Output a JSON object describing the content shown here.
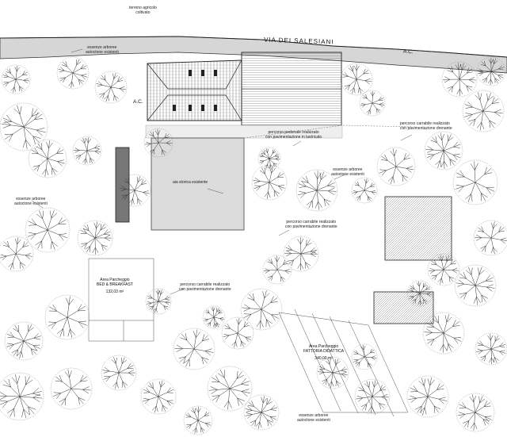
{
  "top_label": [
    "terreno agricolo",
    "coltivato"
  ],
  "road": {
    "name": "VIA DEI SALESIANI",
    "ac_label": "A.C."
  },
  "ac_north": "A.C.",
  "labels": {
    "trees_top": [
      "essenze arboree",
      "autoctone esistenti"
    ],
    "trees_left": [
      "essenze arboree",
      "autoctone esistenti"
    ],
    "trees_mid": [
      "essenze arboree",
      "autoctone esistenti"
    ],
    "trees_bottom": [
      "essenze arboree",
      "autoctone esistenti"
    ],
    "pedestrian_path": [
      "percorso pedonale realizzato",
      "con pavimentazione in lastricato"
    ],
    "drive_top_right": [
      "percorso carrabile realizzato",
      "con pavimentazione drenante"
    ],
    "drive_mid": [
      "percorso carrabile realizzato",
      "con pavimentazione drenante"
    ],
    "drive_lower": [
      "percorso carrabile realizzato",
      "con pavimentazione drenante"
    ],
    "courtyard": "aia storica esistente"
  },
  "parking_bb": {
    "title": [
      "Area Parcheggio",
      "BED & BREAKFAST"
    ],
    "area": "132,03 m²"
  },
  "parking_farm": {
    "title": [
      "Area Parcheggio",
      "FATTORIA DIDATTICA"
    ],
    "area": "340,00 m²"
  }
}
